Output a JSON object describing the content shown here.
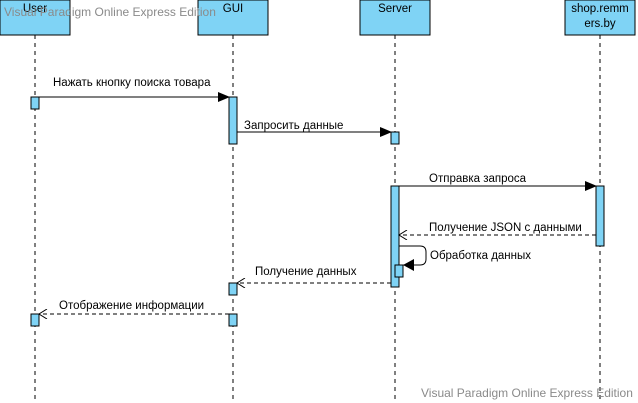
{
  "watermark": {
    "top": "Visual Paradigm Online Express Edition",
    "bottom": "Visual Paradigm Online Express Edition"
  },
  "colors": {
    "participant_fill": "#7fd3f5",
    "activation_fill": "#7fd3f5",
    "line": "#000000",
    "watermark": "#8a8a8a"
  },
  "participants": [
    {
      "id": "user",
      "name": [
        "User"
      ]
    },
    {
      "id": "gui",
      "name": [
        "GUI"
      ]
    },
    {
      "id": "server",
      "name": [
        "Server"
      ]
    },
    {
      "id": "shop",
      "name": [
        "shop.remm",
        "ers.by"
      ]
    }
  ],
  "messages": [
    {
      "from": "user",
      "to": "gui",
      "type": "sync",
      "label": "Нажать кнопку поиска товара"
    },
    {
      "from": "gui",
      "to": "server",
      "type": "sync",
      "label": "Запросить данные"
    },
    {
      "from": "server",
      "to": "shop",
      "type": "sync",
      "label": "Отправка запроса"
    },
    {
      "from": "shop",
      "to": "server",
      "type": "return",
      "label": "Получение JSON с данными"
    },
    {
      "from": "server",
      "to": "server",
      "type": "self",
      "label": "Обработка данных"
    },
    {
      "from": "server",
      "to": "gui",
      "type": "return",
      "label": "Получение данных"
    },
    {
      "from": "gui",
      "to": "user",
      "type": "return",
      "label": "Отображение информации"
    }
  ]
}
